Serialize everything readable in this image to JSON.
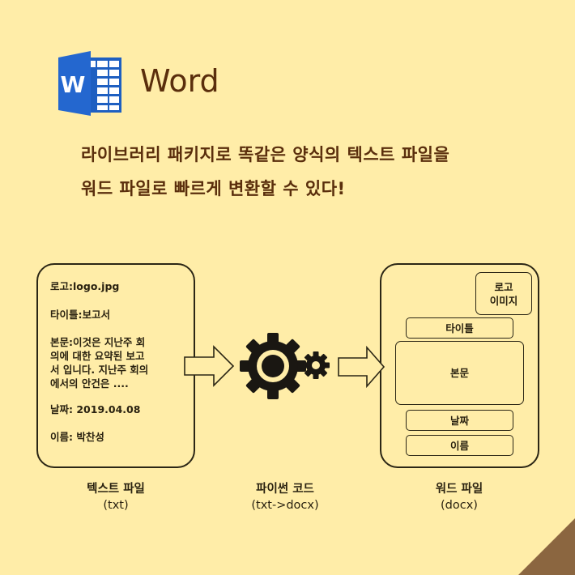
{
  "header": {
    "app_icon": "microsoft-word-icon",
    "app_title": "Word",
    "headline_lines": [
      "라이브러리 패키지로 똑같은 양식의 텍스트 파일을",
      "워드 파일로 빠르게 변환할 수 있다!"
    ]
  },
  "text_file": {
    "lines": {
      "logo": "로고:logo.jpg",
      "title": "타이틀:보고서",
      "body_1": "본문:이것은 지난주 회",
      "body_2": "의에 대한 요약된 보고",
      "body_3": "서 입니다. 지난주 회의",
      "body_4": "에서의 안건은 ....",
      "date": "날짜: 2019.04.08",
      "name": "이름: 박찬성"
    },
    "caption": "텍스트 파일",
    "caption_sub": "(txt)"
  },
  "python_code": {
    "icon": "gears-icon",
    "caption": "파이썬 코드",
    "caption_sub": "(txt->docx)"
  },
  "word_file": {
    "fields": {
      "logo_line1": "로고",
      "logo_line2": "이미지",
      "title": "타이틀",
      "body": "본문",
      "date": "날짜",
      "name": "이름"
    },
    "caption": "워드 파일",
    "caption_sub": "(docx)"
  },
  "colors": {
    "background": "#ffeda8",
    "title_brown": "#5a2e0c",
    "outline": "#2b2615",
    "word_blue": "#1e5fc1",
    "corner_accent": "#8b6640"
  }
}
